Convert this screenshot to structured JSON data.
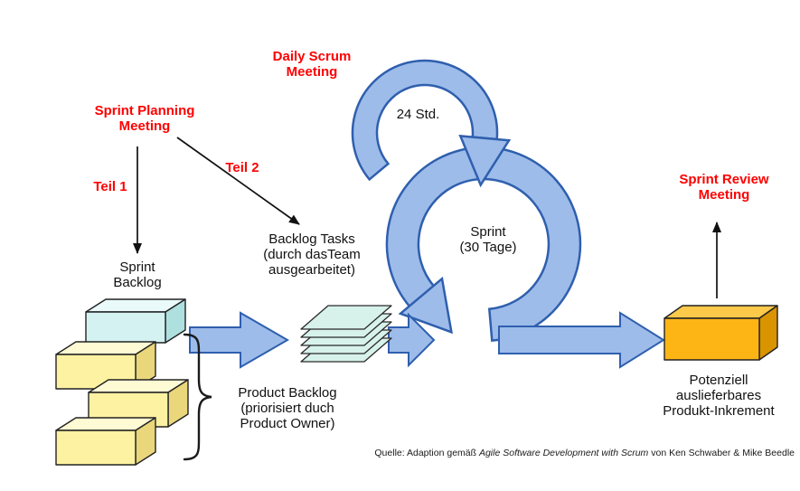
{
  "diagram": {
    "labels": {
      "daily_scrum_meeting": "Daily Scrum\nMeeting",
      "daily_cycle": "24 Std.",
      "sprint_planning_meeting": "Sprint Planning\nMeeting",
      "teil_1": "Teil 1",
      "teil_2": "Teil 2",
      "sprint_cycle": "Sprint\n(30 Tage)",
      "sprint_review_meeting": "Sprint Review\nMeeting",
      "sprint_backlog": "Sprint\nBacklog",
      "backlog_tasks": "Backlog Tasks\n(durch dasTeam\nausgearbeitet)",
      "product_backlog": "Product Backlog\n(priorisiert duch\nProduct Owner)",
      "product_increment": "Potenziell\nauslieferbares\nProdukt-Inkrement"
    },
    "caption": {
      "prefix": "Quelle: Adaption gemäß ",
      "book_title": "Agile Software Development with Scrum",
      "suffix": " von Ken Schwaber & Mike Beedle"
    },
    "colors": {
      "highlight_text": "#FF0000",
      "arrow_fill": "#9DBCEA",
      "arrow_stroke": "#2F5FAE",
      "yellow_box": "#FDF2A2",
      "yellow_box_top": "#FEFAD4",
      "yellow_box_side": "#EAD77C",
      "cyan_box": "#D4F2F2",
      "cyan_box_top": "#EAFAFA",
      "cyan_box_side": "#AEE0E0",
      "sheet": "#D7F2EA",
      "orange_box": "#FDB515",
      "orange_box_top": "#FDC94A",
      "orange_box_side": "#D99400"
    }
  }
}
